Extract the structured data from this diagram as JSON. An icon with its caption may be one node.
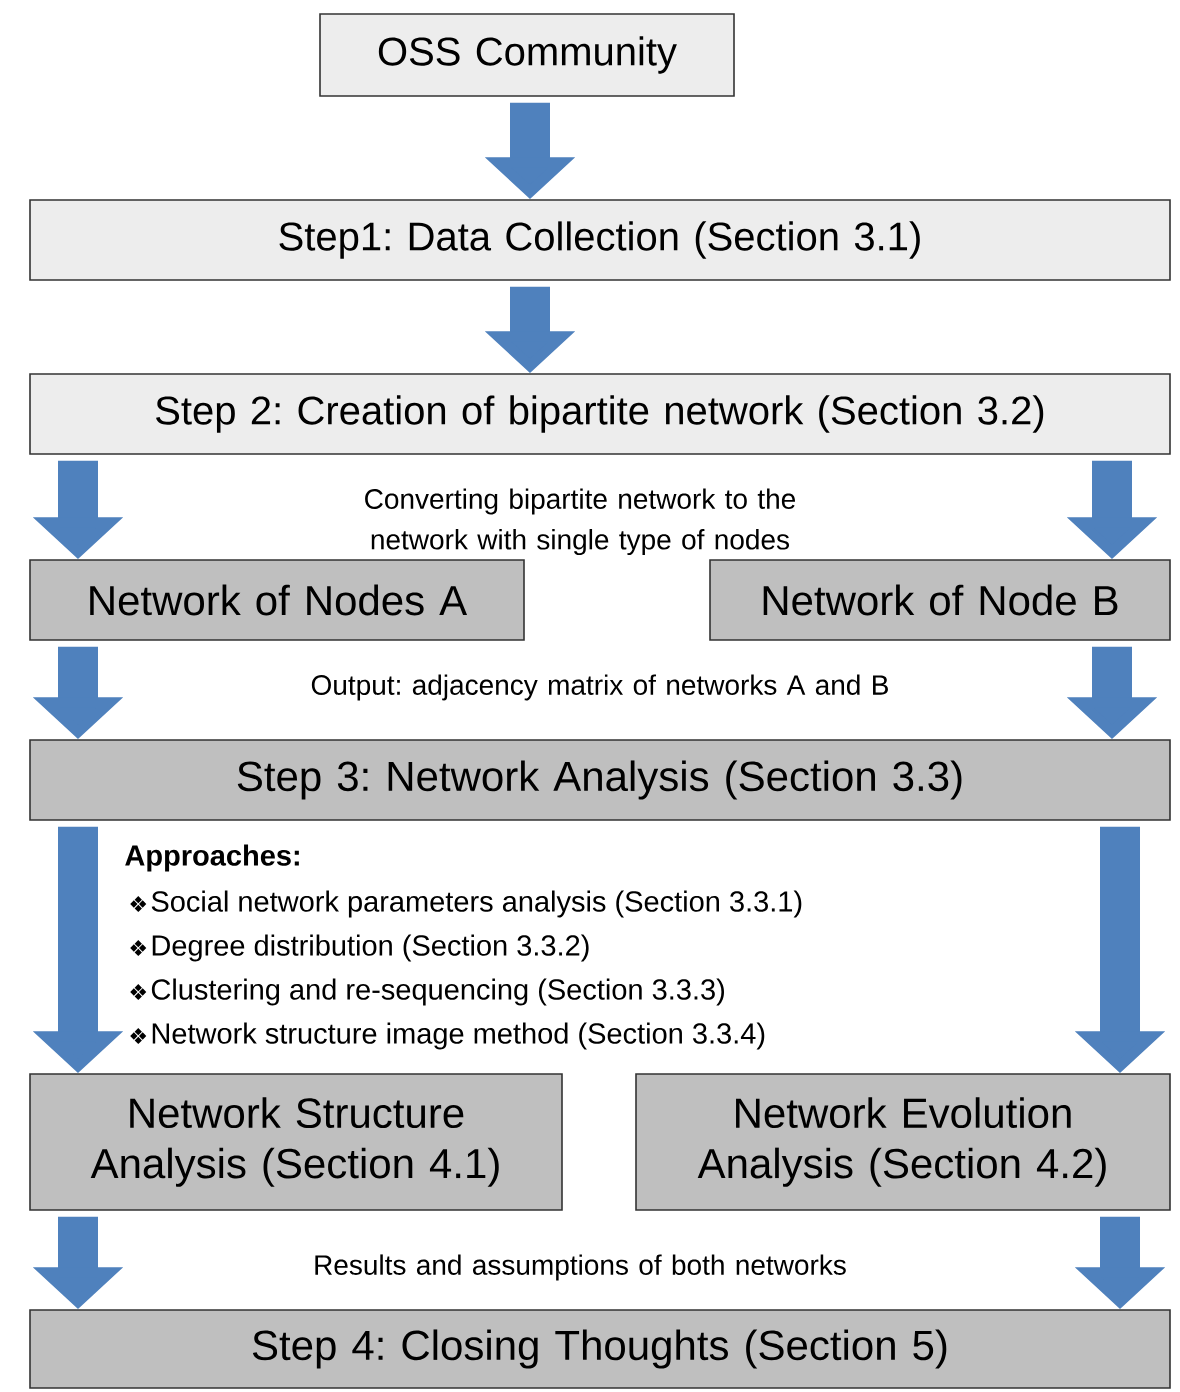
{
  "diagram": {
    "nodes": [
      {
        "text": [
          "OSS Community"
        ]
      },
      {
        "text": [
          "Step1: Data Collection (Section 3.1)"
        ]
      },
      {
        "text": [
          "Step 2: Creation of bipartite network (Section 3.2)"
        ]
      },
      {
        "text": [
          "Network of Nodes A"
        ]
      },
      {
        "text": [
          "Network of Node B"
        ]
      },
      {
        "text": [
          "Step 3: Network Analysis (Section 3.3)"
        ]
      },
      {
        "text": [
          "Network Structure Analysis (Section 4.1)"
        ]
      },
      {
        "text": [
          "Network Evolution Analysis (Section 4.2)"
        ]
      },
      {
        "text": [
          "Step 4: Closing Thoughts (Section 5)"
        ]
      }
    ],
    "edges": [
      {
        "from": 0,
        "to": 1,
        "arrow": "to"
      },
      {
        "from": 1,
        "to": 2,
        "arrow": "to"
      },
      {
        "from": 2,
        "to": 3,
        "arrow": "to"
      },
      {
        "from": 2,
        "to": 4,
        "arrow": "to"
      },
      {
        "from": 3,
        "to": 5,
        "arrow": "to"
      },
      {
        "from": 4,
        "to": 5,
        "arrow": "to"
      },
      {
        "from": 5,
        "to": 6,
        "arrow": "to"
      },
      {
        "from": 5,
        "to": 7,
        "arrow": "to"
      },
      {
        "from": 6,
        "to": 8,
        "arrow": "to"
      },
      {
        "from": 7,
        "to": 8,
        "arrow": "to"
      }
    ],
    "labels": [
      "Converting bipartite network to the network with single type of nodes",
      "Output: adjacency matrix of networks A and B",
      "Approaches:",
      "❖",
      "Social network parameters analysis (Section 3.3.1)",
      "❖",
      "Degree distribution (Section 3.3.2)",
      "❖",
      "Clustering and re-sequencing (Section 3.3.3)",
      "❖",
      "Network structure image method (Section 3.3.4)",
      "Results and assumptions of both networks"
    ]
  }
}
